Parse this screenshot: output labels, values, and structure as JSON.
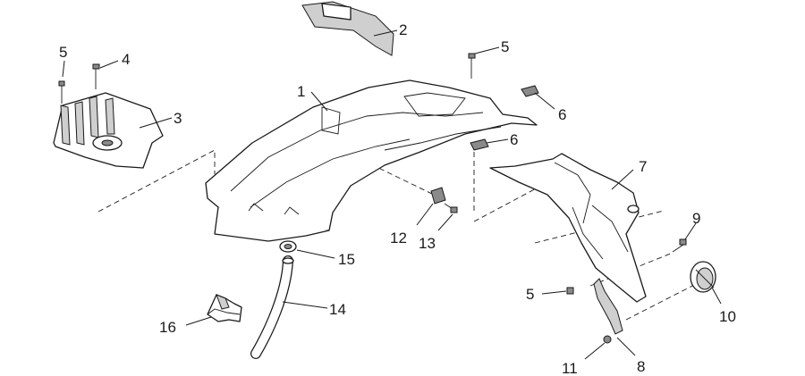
{
  "callouts": [
    {
      "label": "1"
    },
    {
      "label": "2"
    },
    {
      "label": "3"
    },
    {
      "label": "4"
    },
    {
      "label": "5"
    },
    {
      "label": "5"
    },
    {
      "label": "5"
    },
    {
      "label": "6"
    },
    {
      "label": "6"
    },
    {
      "label": "7"
    },
    {
      "label": "8"
    },
    {
      "label": "9"
    },
    {
      "label": "10"
    },
    {
      "label": "11"
    },
    {
      "label": "12"
    },
    {
      "label": "13"
    },
    {
      "label": "14"
    },
    {
      "label": "15"
    },
    {
      "label": "16"
    }
  ]
}
